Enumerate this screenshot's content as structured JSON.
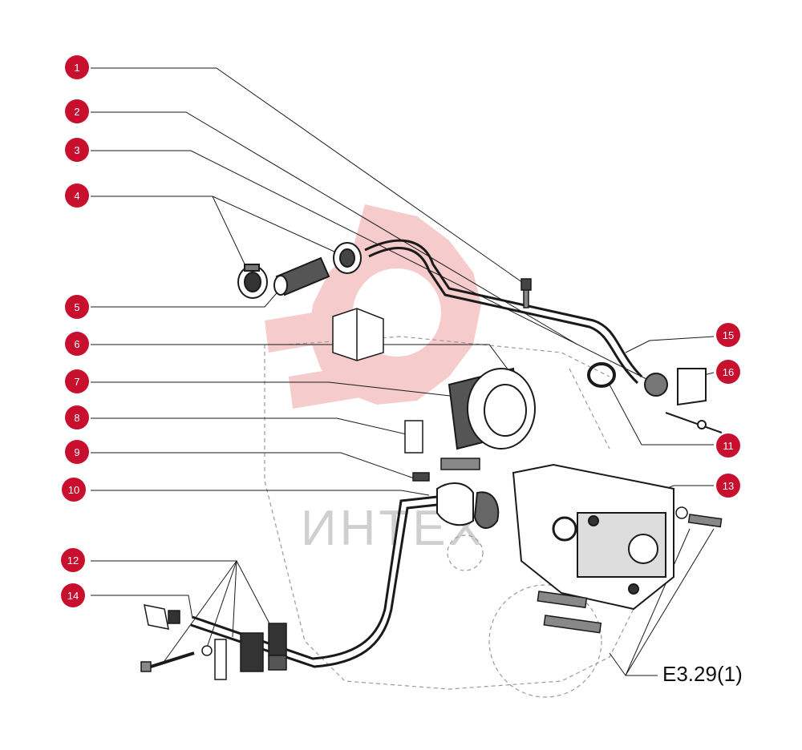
{
  "figure": {
    "reference": "E3.29(1)",
    "callouts": [
      "1",
      "2",
      "3",
      "4",
      "5",
      "6",
      "7",
      "8",
      "9",
      "10",
      "11",
      "12",
      "13",
      "14",
      "15",
      "16"
    ],
    "watermark": "ИНТЕХ"
  },
  "colors": {
    "callout_fill": "#c8102e",
    "callout_text": "#ffffff",
    "line": "#1a1a1a",
    "watermark": "#f2b8b8"
  }
}
